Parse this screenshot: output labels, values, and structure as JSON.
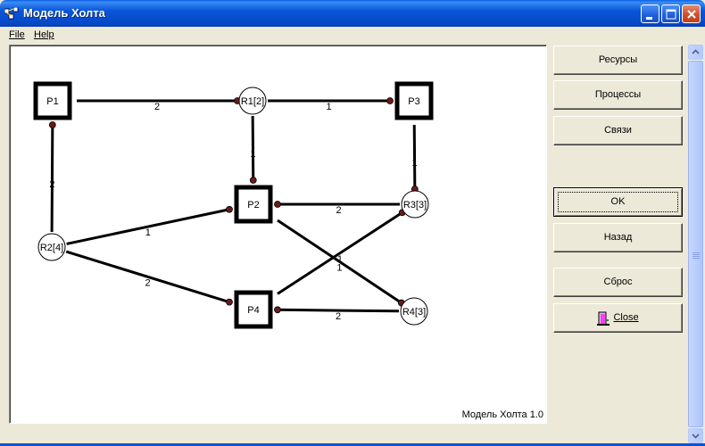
{
  "window": {
    "title": "Модель Холта"
  },
  "menu": {
    "file": "File",
    "help": "Help"
  },
  "canvas": {
    "caption": "Модель Холта 1.0",
    "processes": [
      {
        "id": "p1",
        "label": "P1",
        "key": "P1"
      },
      {
        "id": "p2",
        "label": "P2",
        "key": "P2"
      },
      {
        "id": "p3",
        "label": "P3",
        "key": "P3"
      },
      {
        "id": "p4",
        "label": "P4",
        "key": "P4"
      }
    ],
    "resources": [
      {
        "id": "r1",
        "label": "R1[2]",
        "key": "R1"
      },
      {
        "id": "r2",
        "label": "R2[4]",
        "key": "R2"
      },
      {
        "id": "r3",
        "label": "R3[3]",
        "key": "R3"
      },
      {
        "id": "r4",
        "label": "R4[3]",
        "key": "R4"
      }
    ],
    "edges": [
      {
        "from": "P1",
        "to": "R1",
        "weight": "2"
      },
      {
        "from": "R1",
        "to": "P3",
        "weight": "1"
      },
      {
        "from": "R1",
        "to": "P2",
        "weight": "1"
      },
      {
        "from": "P3",
        "to": "R3",
        "weight": "1"
      },
      {
        "from": "R2",
        "to": "P1",
        "weight": "2"
      },
      {
        "from": "R2",
        "to": "P2",
        "weight": "1"
      },
      {
        "from": "R2",
        "to": "P4",
        "weight": "2"
      },
      {
        "from": "R3",
        "to": "P2",
        "weight": "2"
      },
      {
        "from": "P4",
        "to": "R3",
        "weight": "1"
      },
      {
        "from": "P2",
        "to": "R4",
        "weight": "1"
      },
      {
        "from": "R4",
        "to": "P4",
        "weight": "2"
      }
    ]
  },
  "buttons": {
    "resources": "Ресурсы",
    "processes": "Процессы",
    "links": "Связи",
    "ok": "OK",
    "back": "Назад",
    "reset": "Сброс",
    "close": "Close"
  },
  "colors": {
    "titlebar": "#0a56d8",
    "face": "#ece9d8",
    "dot": "#6b1a1a"
  }
}
